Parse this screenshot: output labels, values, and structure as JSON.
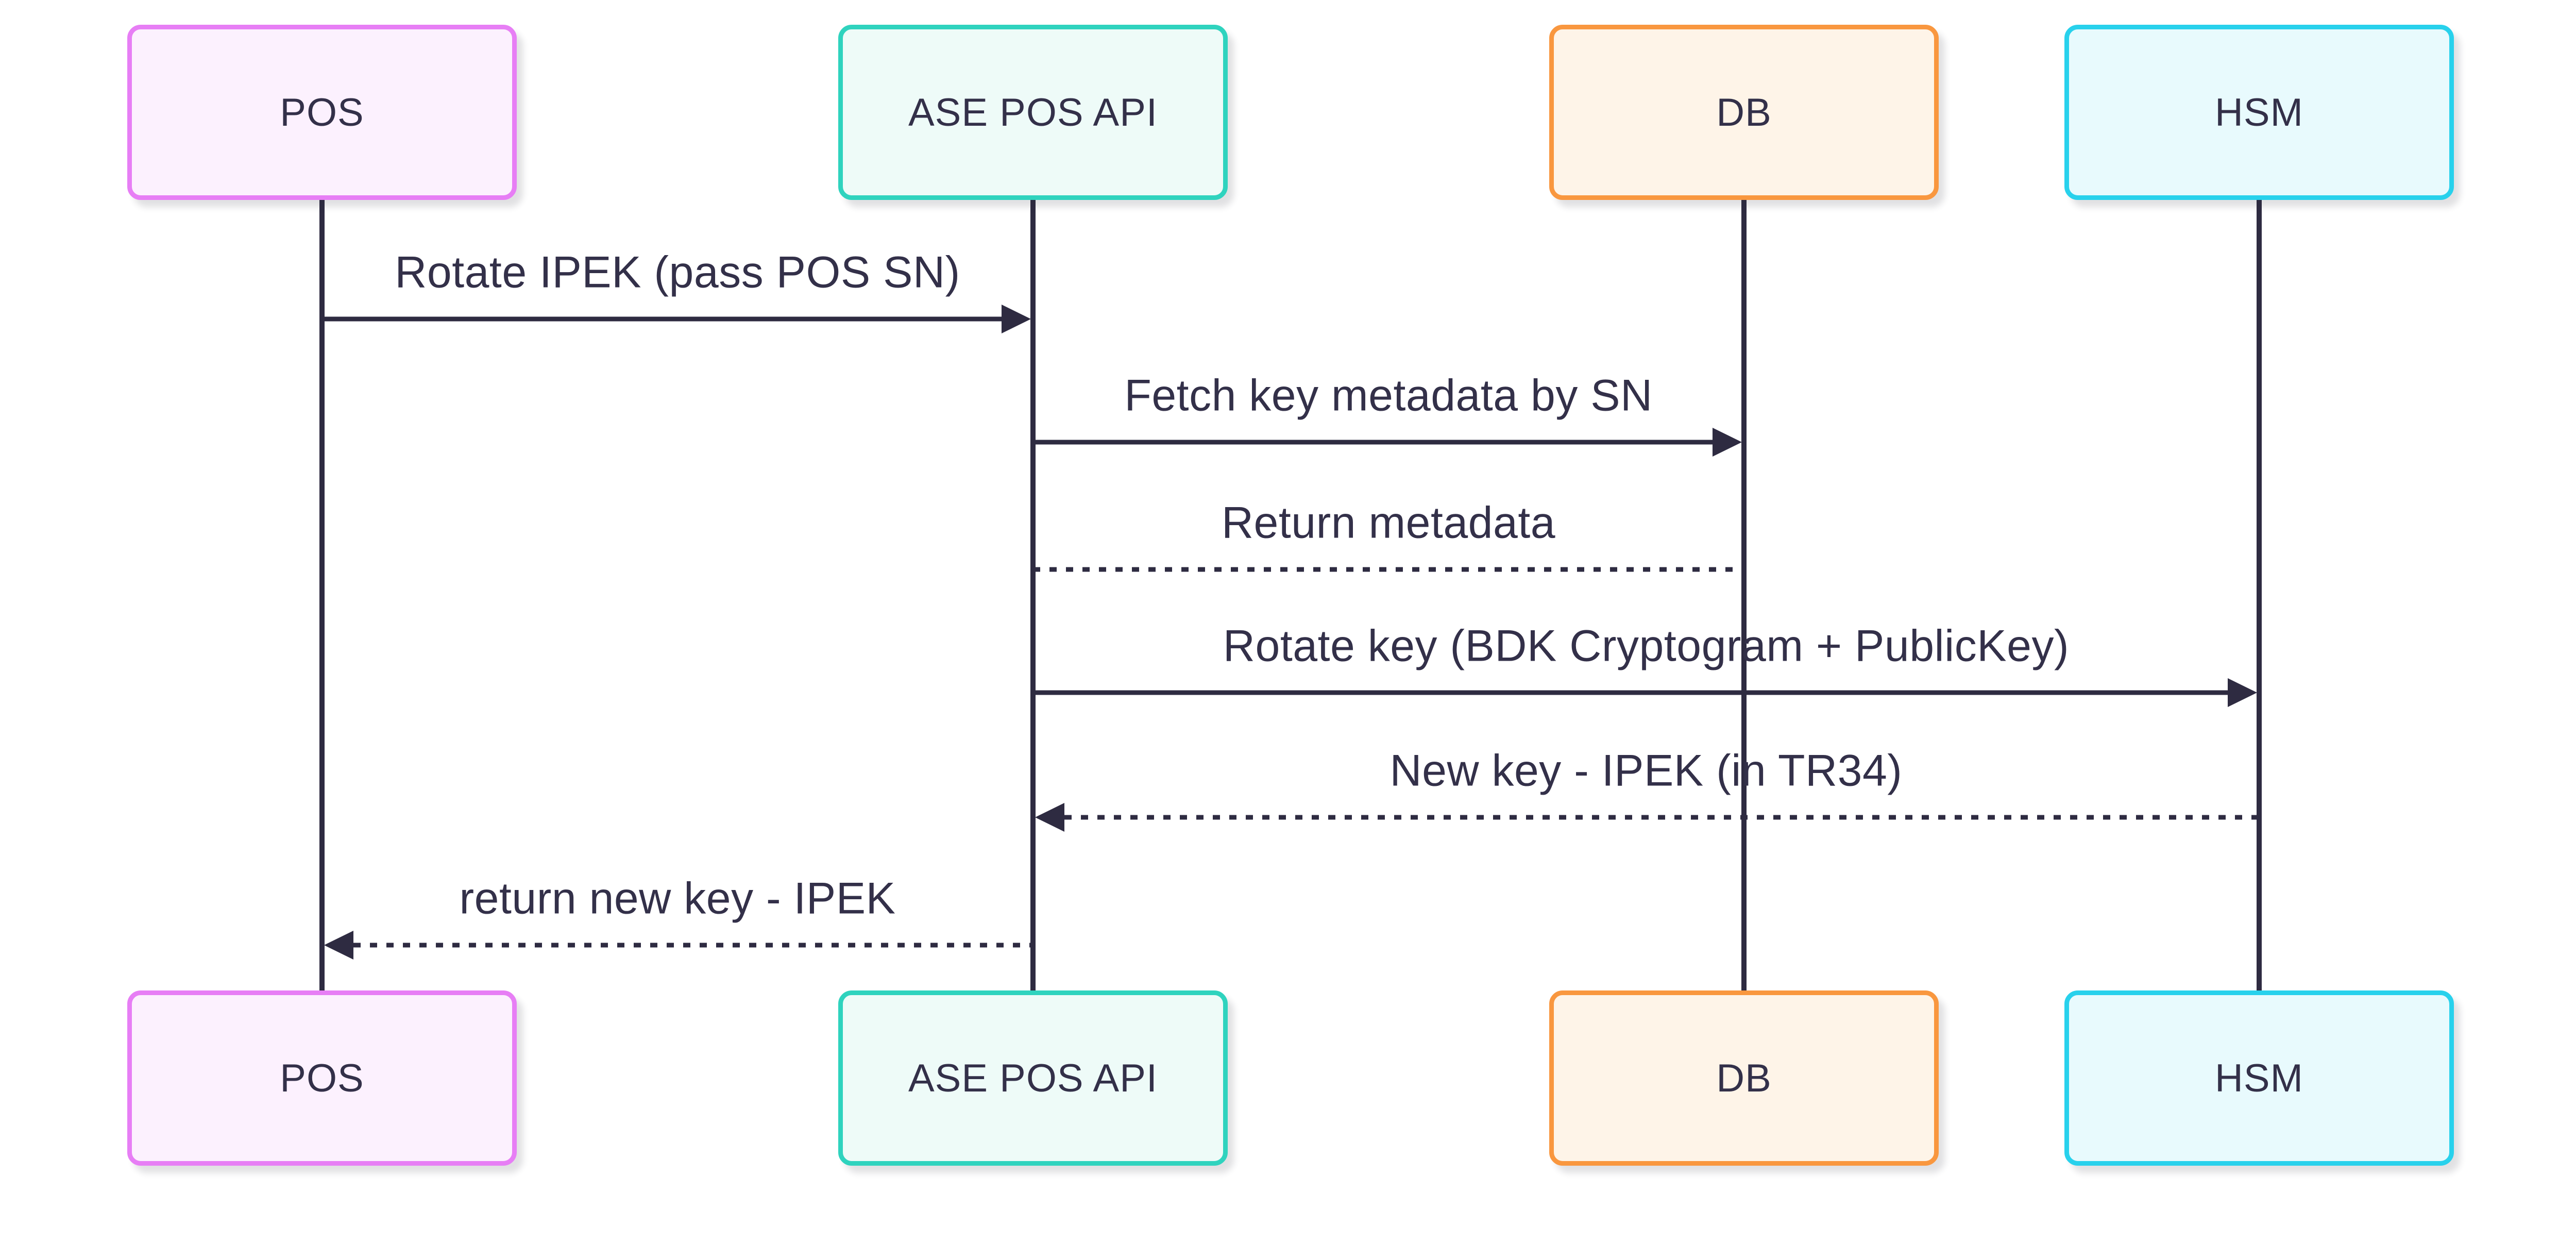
{
  "diagram": {
    "type": "sequence",
    "actors": [
      {
        "id": "pos",
        "label": "POS",
        "border_color": "#E77EF5",
        "fill_color": "#FCF1FE"
      },
      {
        "id": "ase",
        "label": "ASE POS API",
        "border_color": "#2FD3BE",
        "fill_color": "#EEFBF8"
      },
      {
        "id": "db",
        "label": "DB",
        "border_color": "#F9973F",
        "fill_color": "#FEF4E8"
      },
      {
        "id": "hsm",
        "label": "HSM",
        "border_color": "#28D1EC",
        "fill_color": "#E8FAFD"
      }
    ],
    "messages": [
      {
        "from": "POS",
        "to": "ASE POS API",
        "label": "Rotate IPEK (pass POS SN)",
        "line": "solid",
        "arrowhead": true
      },
      {
        "from": "ASE POS API",
        "to": "DB",
        "label": "Fetch key metadata by SN",
        "line": "solid",
        "arrowhead": true
      },
      {
        "from": "DB",
        "to": "ASE POS API",
        "label": "Return metadata",
        "line": "dotted",
        "arrowhead": false
      },
      {
        "from": "ASE POS API",
        "to": "HSM",
        "label": "Rotate key (BDK Cryptogram + PublicKey)",
        "line": "solid",
        "arrowhead": true
      },
      {
        "from": "HSM",
        "to": "ASE POS API",
        "label": "New key - IPEK (in TR34)",
        "line": "dotted",
        "arrowhead": true
      },
      {
        "from": "ASE POS API",
        "to": "POS",
        "label": "return new key - IPEK",
        "line": "dotted",
        "arrowhead": true
      }
    ],
    "colors": {
      "background": "#FFFFFF",
      "line": "#2E2B41",
      "text": "#333049"
    }
  }
}
